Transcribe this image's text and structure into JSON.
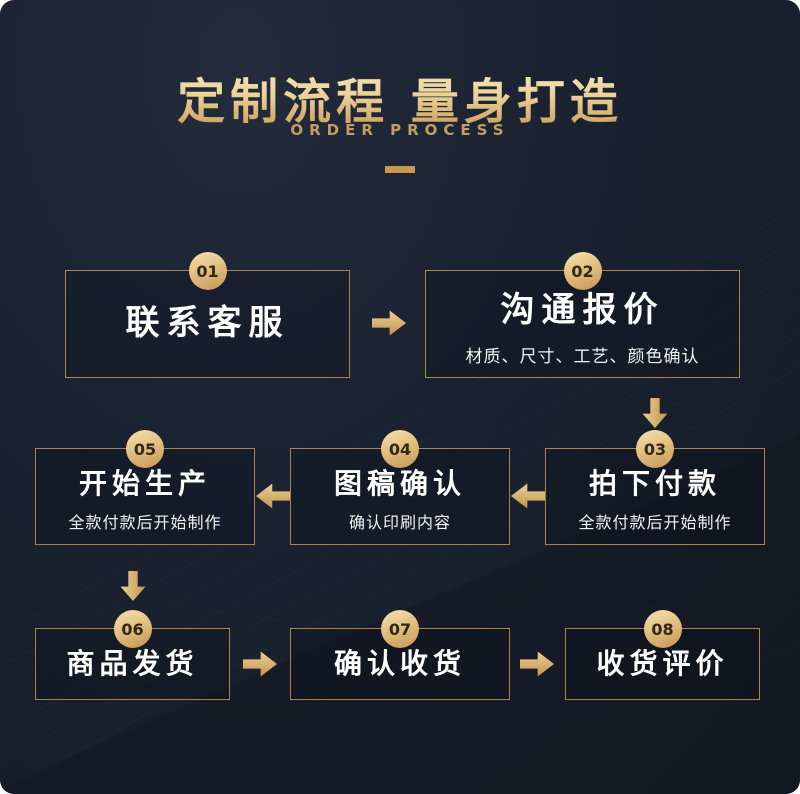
{
  "header": {
    "title": "定制流程 量身打造",
    "subtitle": "ORDER PROCESS"
  },
  "steps": [
    {
      "num": "01",
      "title": "联系客服",
      "desc": ""
    },
    {
      "num": "02",
      "title": "沟通报价",
      "desc": "材质、尺寸、工艺、颜色确认"
    },
    {
      "num": "03",
      "title": "拍下付款",
      "desc": "全款付款后开始制作"
    },
    {
      "num": "04",
      "title": "图稿确认",
      "desc": "确认印刷内容"
    },
    {
      "num": "05",
      "title": "开始生产",
      "desc": "全款付款后开始制作"
    },
    {
      "num": "06",
      "title": "商品发货",
      "desc": ""
    },
    {
      "num": "07",
      "title": "确认收货",
      "desc": ""
    },
    {
      "num": "08",
      "title": "收货评价",
      "desc": ""
    }
  ],
  "colors": {
    "background": "#1a2130",
    "gold": "#d9b273",
    "gold_light": "#f6e3b2",
    "gold_dark": "#c2954f",
    "step_text": "#ffffff"
  }
}
